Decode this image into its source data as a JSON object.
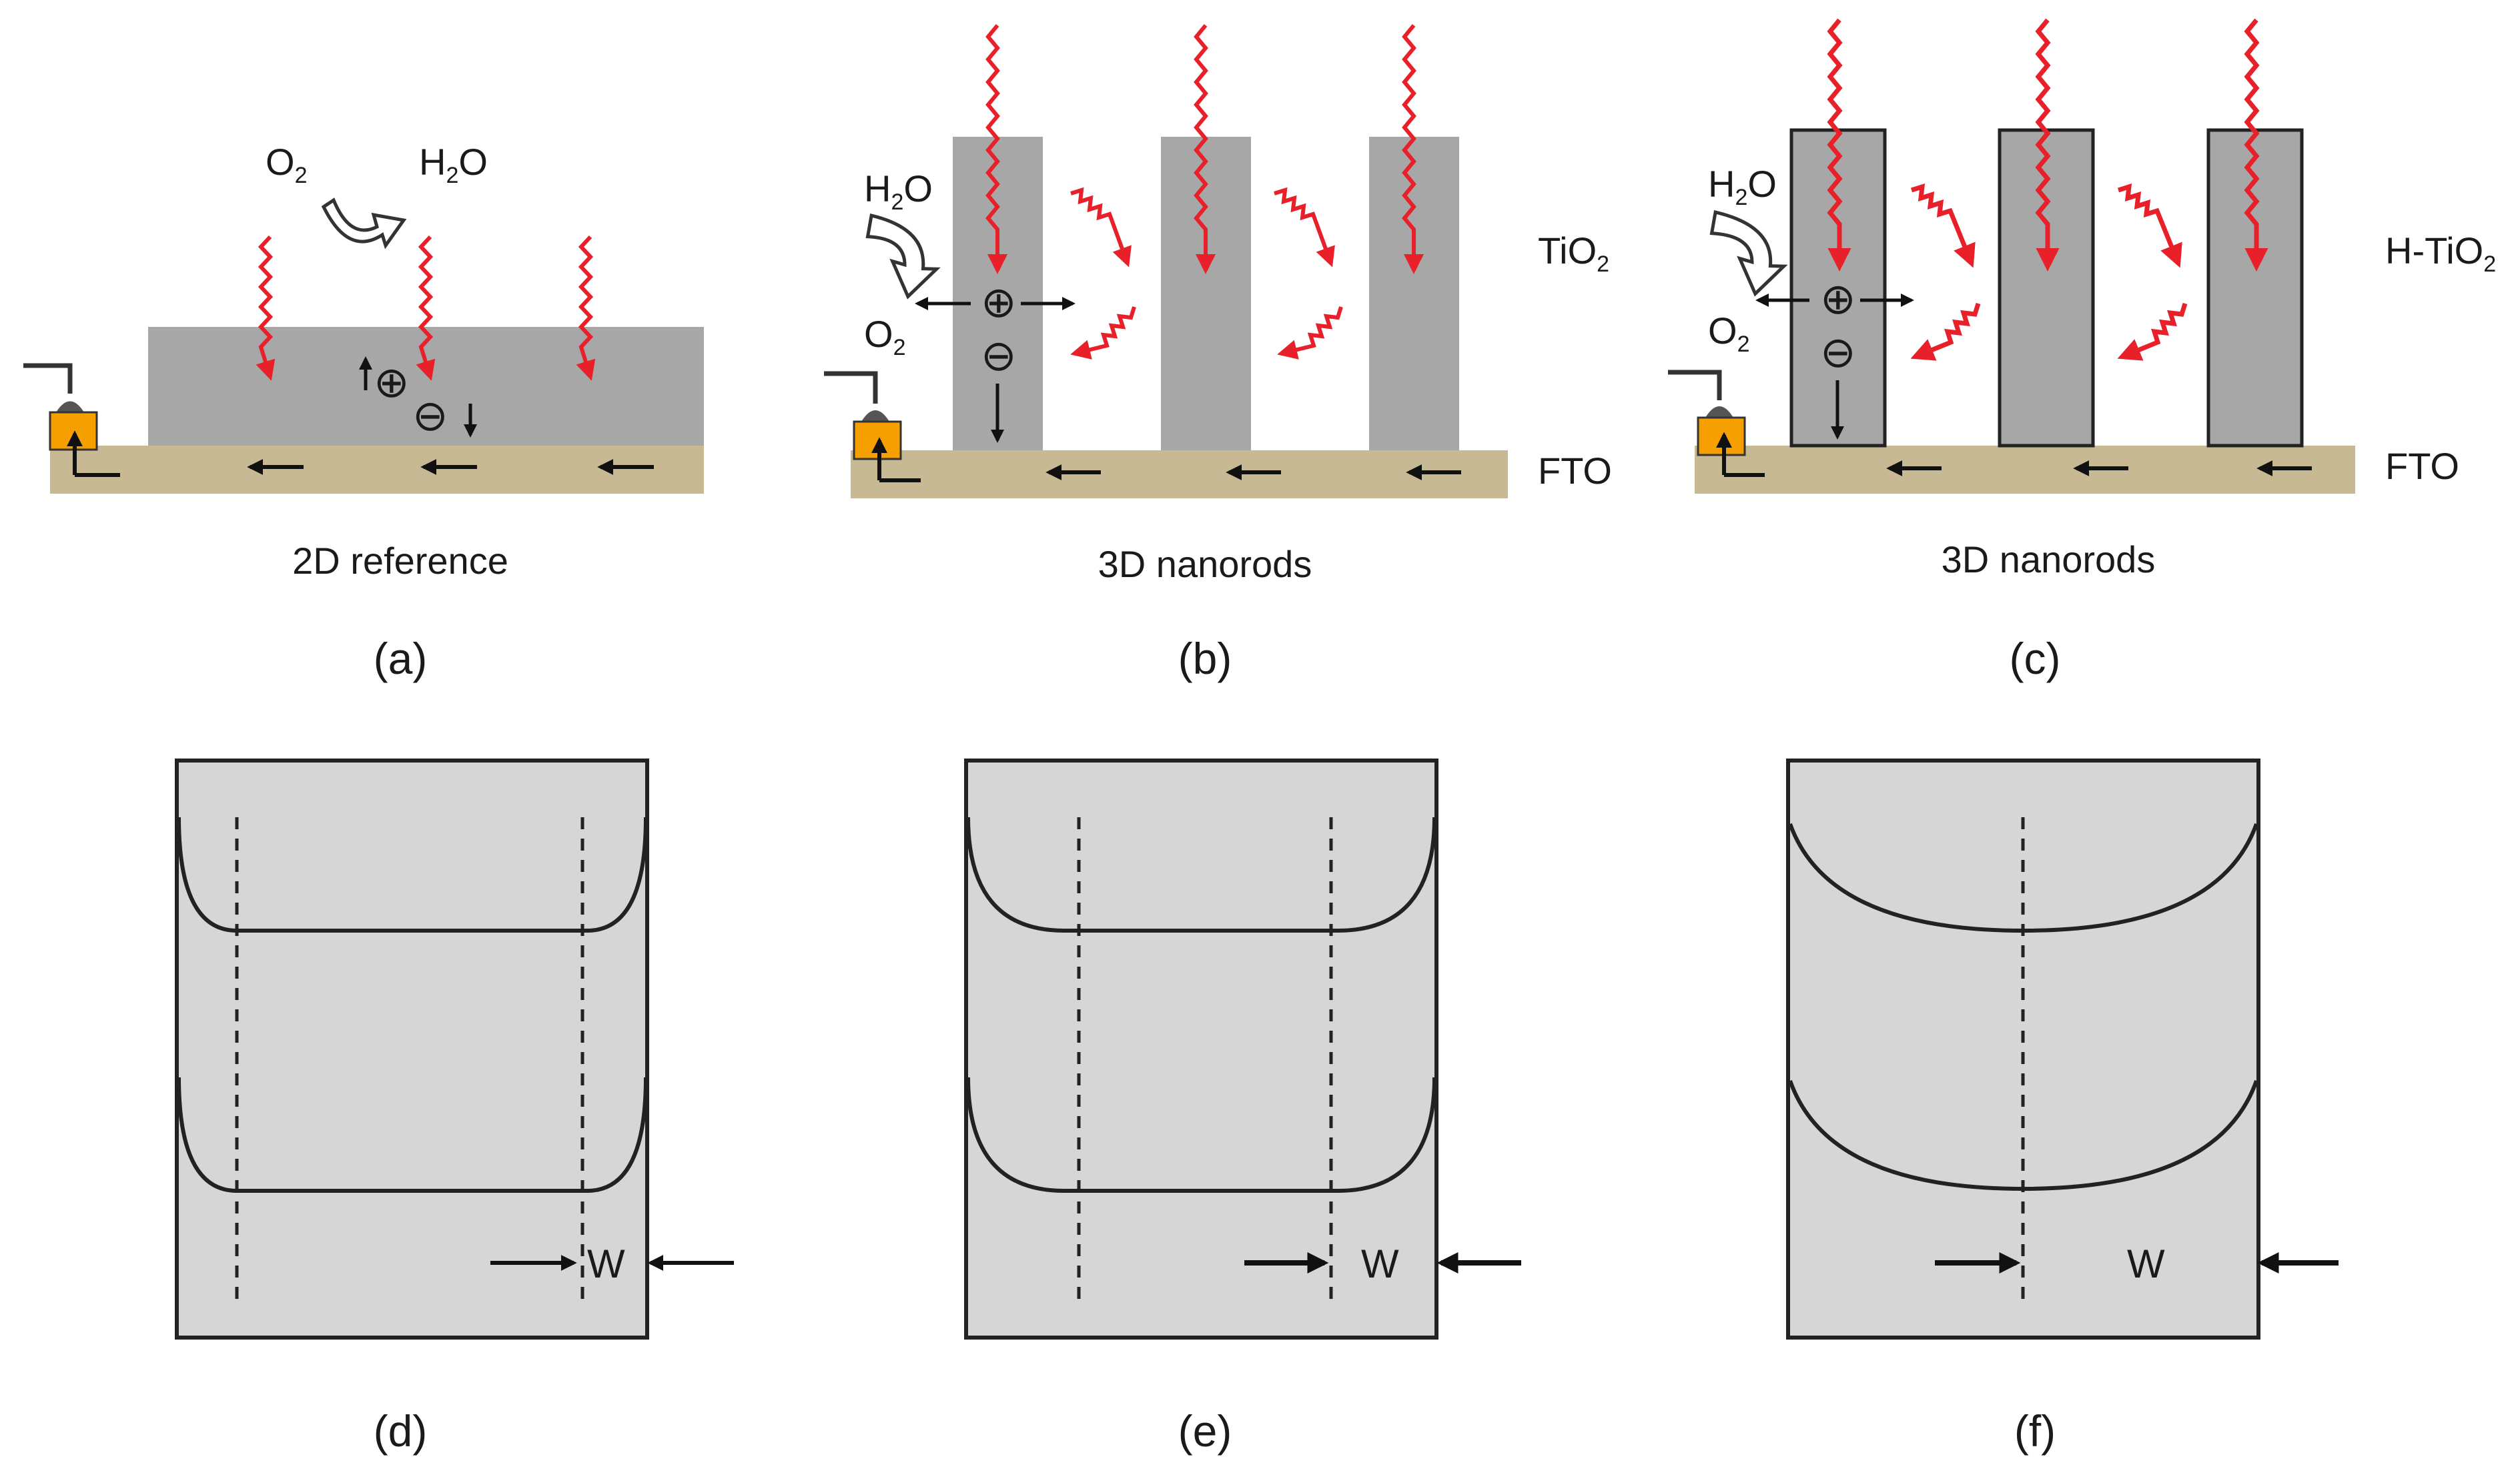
{
  "colors": {
    "rod_gray": "#a7a7a7",
    "film_gray": "#a7a7a7",
    "fto_tan": "#c7b994",
    "contact_orange": "#f59f00",
    "light_red": "#e8202a",
    "band_box_fill": "#d6d6d6",
    "line_dark": "#222222"
  },
  "top_panels": [
    {
      "panel_label": "(a)",
      "caption": "2D reference",
      "o2": "O",
      "o2_sub": "2",
      "h2o_h": "H",
      "h2o_sub": "2",
      "h2o_o": "O"
    },
    {
      "panel_label": "(b)",
      "caption": "3D nanorods",
      "material_main": "TiO",
      "material_sub": "2",
      "substrate_label": "FTO",
      "h2o_h": "H",
      "h2o_sub": "2",
      "h2o_o": "O",
      "o2": "O",
      "o2_sub": "2"
    },
    {
      "panel_label": "(c)",
      "caption": "3D nanorods",
      "material_main": "H-TiO",
      "material_sub": "2",
      "substrate_label": "FTO",
      "h2o_h": "H",
      "h2o_sub": "2",
      "h2o_o": "O",
      "o2": "O",
      "o2_sub": "2"
    }
  ],
  "band_panels": [
    {
      "panel_label": "(d)",
      "width_label": "W"
    },
    {
      "panel_label": "(e)",
      "width_label": "W"
    },
    {
      "panel_label": "(f)",
      "width_label": "W"
    }
  ],
  "icons": {
    "light": "wavy-light-arrow-icon",
    "hole": "hole-plus-icon",
    "electron": "electron-minus-icon",
    "curved": "curved-exchange-arrow-icon"
  }
}
